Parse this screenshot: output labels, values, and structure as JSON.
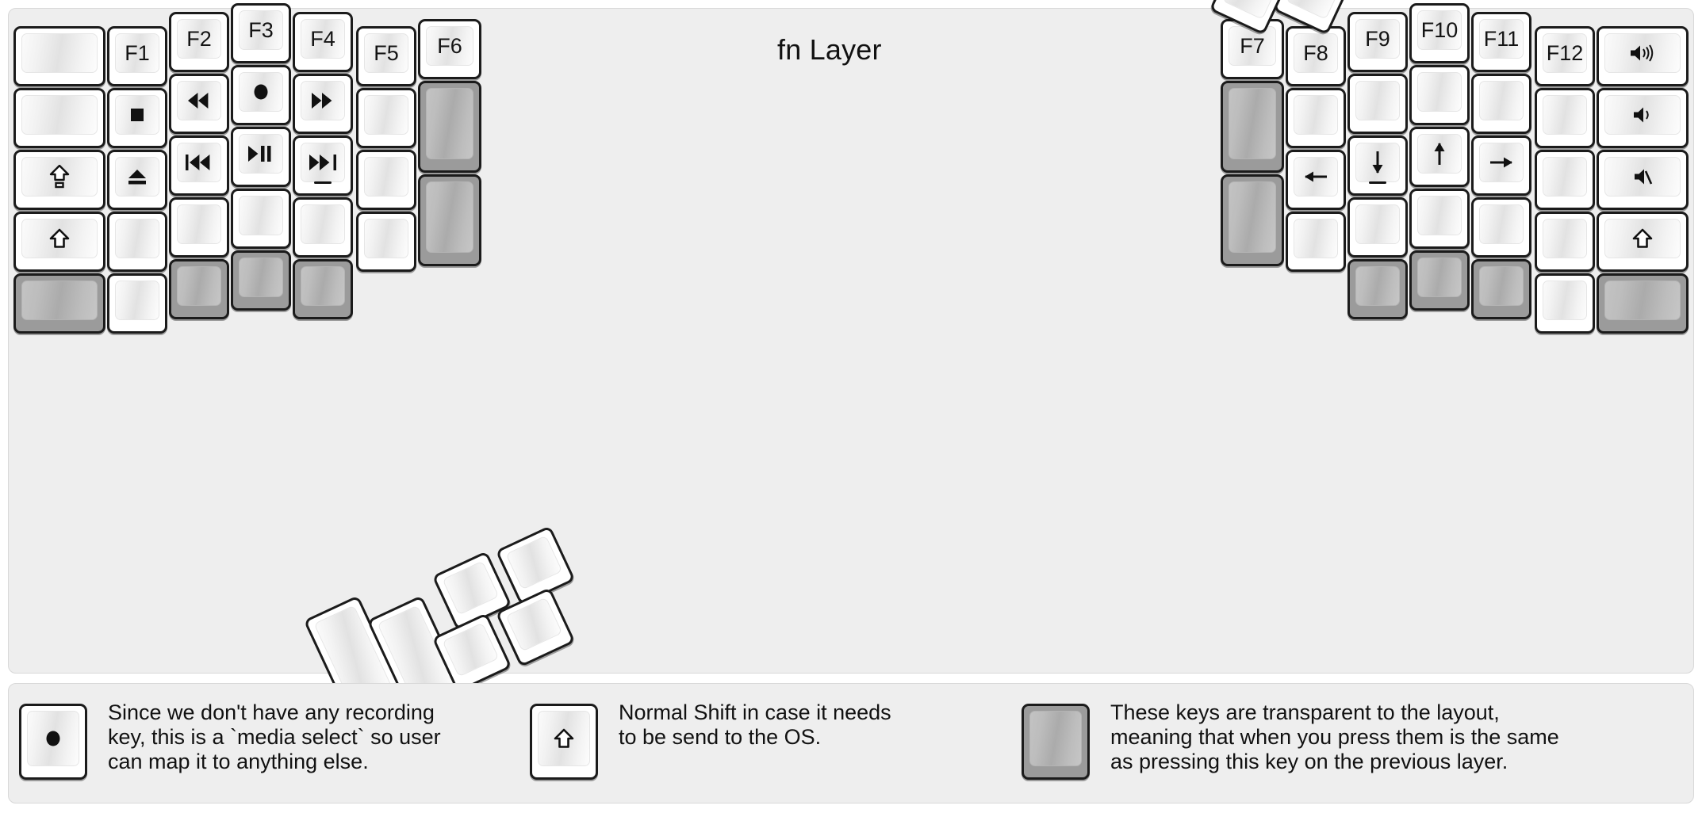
{
  "title": "fn Layer",
  "colors": {
    "background": "#eeeeee",
    "key_face": "#ffffff",
    "key_cap": "#e9e9e9",
    "transparent_key": "#9b9b9b",
    "outline": "#1b1b1b",
    "text": "#111111"
  },
  "left_half": {
    "columns": [
      {
        "name": "col-1",
        "keys": [
          {
            "icon": "blank",
            "label": "",
            "state": "normal"
          },
          {
            "icon": "blank",
            "label": "",
            "state": "normal"
          },
          {
            "icon": "caps-lock-icon",
            "label": "",
            "state": "normal"
          },
          {
            "icon": "shift-icon",
            "label": "",
            "state": "normal"
          },
          {
            "icon": "transparent",
            "label": "",
            "state": "transparent"
          }
        ]
      },
      {
        "name": "col-2",
        "keys": [
          {
            "icon": "text",
            "label": "F1",
            "state": "normal"
          },
          {
            "icon": "media-stop-icon",
            "label": "",
            "state": "normal"
          },
          {
            "icon": "media-eject-icon",
            "label": "",
            "state": "normal"
          },
          {
            "icon": "blank",
            "label": "",
            "state": "normal"
          },
          {
            "icon": "blank",
            "label": "",
            "state": "normal"
          }
        ]
      },
      {
        "name": "col-3",
        "keys": [
          {
            "icon": "text",
            "label": "F2",
            "state": "normal"
          },
          {
            "icon": "media-rewind-icon",
            "label": "",
            "state": "normal"
          },
          {
            "icon": "media-prev-track-icon",
            "label": "",
            "state": "normal"
          },
          {
            "icon": "blank",
            "label": "",
            "state": "normal"
          },
          {
            "icon": "transparent",
            "label": "",
            "state": "transparent"
          }
        ]
      },
      {
        "name": "col-4",
        "keys": [
          {
            "icon": "text",
            "label": "F3",
            "state": "normal"
          },
          {
            "icon": "media-record-icon",
            "label": "",
            "state": "normal"
          },
          {
            "icon": "media-play-pause-icon",
            "label": "",
            "state": "normal"
          },
          {
            "icon": "blank",
            "label": "",
            "state": "normal"
          },
          {
            "icon": "transparent",
            "label": "",
            "state": "transparent"
          }
        ]
      },
      {
        "name": "col-5",
        "keys": [
          {
            "icon": "text",
            "label": "F4",
            "state": "normal"
          },
          {
            "icon": "media-fast-forward-icon",
            "label": "",
            "state": "normal"
          },
          {
            "icon": "media-next-track-icon",
            "label": "",
            "state": "normal"
          },
          {
            "icon": "blank",
            "label": "",
            "state": "normal"
          },
          {
            "icon": "transparent",
            "label": "",
            "state": "transparent"
          }
        ]
      },
      {
        "name": "col-6",
        "keys": [
          {
            "icon": "text",
            "label": "F5",
            "state": "normal"
          },
          {
            "icon": "blank",
            "label": "",
            "state": "normal"
          },
          {
            "icon": "blank",
            "label": "",
            "state": "normal"
          },
          {
            "icon": "blank",
            "label": "",
            "state": "normal"
          }
        ]
      },
      {
        "name": "col-7",
        "keys": [
          {
            "icon": "text",
            "label": "F6",
            "state": "normal"
          },
          {
            "icon": "transparent",
            "label": "",
            "state": "transparent"
          },
          {
            "icon": "transparent",
            "label": "",
            "state": "transparent"
          }
        ]
      }
    ],
    "thumb_cluster": [
      {
        "name": "thumb-l-1",
        "state": "normal"
      },
      {
        "name": "thumb-l-2",
        "state": "normal"
      },
      {
        "name": "thumb-l-3",
        "state": "normal"
      },
      {
        "name": "thumb-l-4",
        "state": "normal"
      },
      {
        "name": "thumb-l-5",
        "state": "normal"
      },
      {
        "name": "thumb-l-6",
        "state": "normal"
      }
    ]
  },
  "right_half": {
    "columns": [
      {
        "name": "col-1",
        "keys": [
          {
            "icon": "text",
            "label": "F7",
            "state": "normal"
          },
          {
            "icon": "transparent",
            "label": "",
            "state": "transparent"
          },
          {
            "icon": "transparent",
            "label": "",
            "state": "transparent"
          }
        ]
      },
      {
        "name": "col-2",
        "keys": [
          {
            "icon": "text",
            "label": "F8",
            "state": "normal"
          },
          {
            "icon": "blank",
            "label": "",
            "state": "normal"
          },
          {
            "icon": "arrow-left-icon",
            "label": "",
            "state": "normal"
          },
          {
            "icon": "blank",
            "label": "",
            "state": "normal"
          }
        ]
      },
      {
        "name": "col-3",
        "keys": [
          {
            "icon": "text",
            "label": "F9",
            "state": "normal"
          },
          {
            "icon": "blank",
            "label": "",
            "state": "normal"
          },
          {
            "icon": "arrow-down-icon",
            "label": "",
            "state": "normal"
          },
          {
            "icon": "blank",
            "label": "",
            "state": "normal"
          },
          {
            "icon": "transparent",
            "label": "",
            "state": "transparent"
          }
        ]
      },
      {
        "name": "col-4",
        "keys": [
          {
            "icon": "text",
            "label": "F10",
            "state": "normal"
          },
          {
            "icon": "blank",
            "label": "",
            "state": "normal"
          },
          {
            "icon": "arrow-up-icon",
            "label": "",
            "state": "normal"
          },
          {
            "icon": "blank",
            "label": "",
            "state": "normal"
          },
          {
            "icon": "transparent",
            "label": "",
            "state": "transparent"
          }
        ]
      },
      {
        "name": "col-5",
        "keys": [
          {
            "icon": "text",
            "label": "F11",
            "state": "normal"
          },
          {
            "icon": "blank",
            "label": "",
            "state": "normal"
          },
          {
            "icon": "arrow-right-icon",
            "label": "",
            "state": "normal"
          },
          {
            "icon": "blank",
            "label": "",
            "state": "normal"
          },
          {
            "icon": "transparent",
            "label": "",
            "state": "transparent"
          }
        ]
      },
      {
        "name": "col-6",
        "keys": [
          {
            "icon": "text",
            "label": "F12",
            "state": "normal"
          },
          {
            "icon": "blank",
            "label": "",
            "state": "normal"
          },
          {
            "icon": "blank",
            "label": "",
            "state": "normal"
          },
          {
            "icon": "blank",
            "label": "",
            "state": "normal"
          },
          {
            "icon": "blank",
            "label": "",
            "state": "normal"
          }
        ]
      },
      {
        "name": "col-7",
        "keys": [
          {
            "icon": "volume-up-icon",
            "label": "",
            "state": "normal"
          },
          {
            "icon": "volume-down-icon",
            "label": "",
            "state": "normal"
          },
          {
            "icon": "volume-mute-icon",
            "label": "",
            "state": "normal"
          },
          {
            "icon": "shift-icon",
            "label": "",
            "state": "normal"
          },
          {
            "icon": "transparent",
            "label": "",
            "state": "transparent"
          }
        ]
      }
    ],
    "thumb_cluster": [
      {
        "name": "thumb-r-1",
        "state": "normal"
      },
      {
        "name": "thumb-r-2",
        "state": "normal"
      },
      {
        "name": "thumb-r-3",
        "state": "normal"
      },
      {
        "name": "thumb-r-4",
        "state": "normal"
      },
      {
        "name": "thumb-r-5",
        "state": "normal"
      },
      {
        "name": "thumb-r-6",
        "state": "normal"
      }
    ]
  },
  "legend": [
    {
      "key_icon": "media-record-icon",
      "key_state": "normal",
      "lines": [
        "Since we don't have any recording",
        "key, this is a `media select` so user",
        "can map it to anything else."
      ]
    },
    {
      "key_icon": "shift-icon",
      "key_state": "normal",
      "lines": [
        "Normal Shift in case it needs",
        "to be send to the OS."
      ]
    },
    {
      "key_icon": "transparent",
      "key_state": "transparent",
      "lines": [
        "These keys are transparent to the layout,",
        "meaning that when you press them is the same",
        "as pressing this key on the previous layer."
      ]
    }
  ]
}
